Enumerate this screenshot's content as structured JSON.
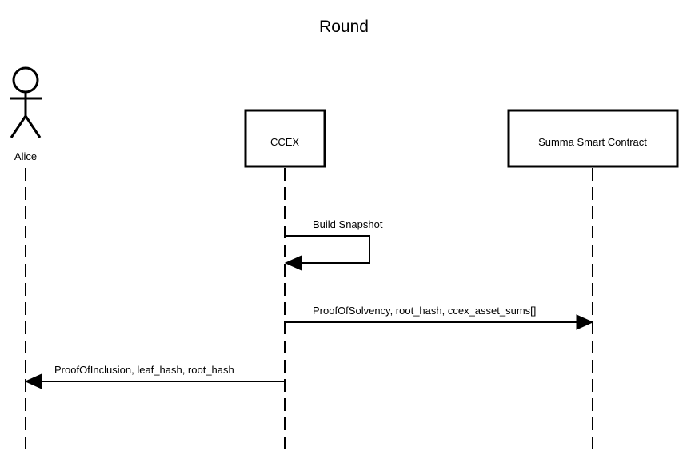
{
  "title": "Round",
  "participants": {
    "alice": {
      "label": "Alice",
      "kind": "actor"
    },
    "ccex": {
      "label": "CCEX",
      "kind": "box"
    },
    "contract": {
      "label": "Summa Smart Contract",
      "kind": "box"
    }
  },
  "messages": [
    {
      "from": "CCEX",
      "to": "CCEX",
      "label": "Build Snapshot",
      "type": "self"
    },
    {
      "from": "CCEX",
      "to": "Summa Smart Contract",
      "label": "ProofOfSolvency, root_hash, ccex_asset_sums[]",
      "type": "sync"
    },
    {
      "from": "CCEX",
      "to": "Alice",
      "label": "ProofOfInclusion, leaf_hash, root_hash",
      "type": "sync"
    }
  ]
}
